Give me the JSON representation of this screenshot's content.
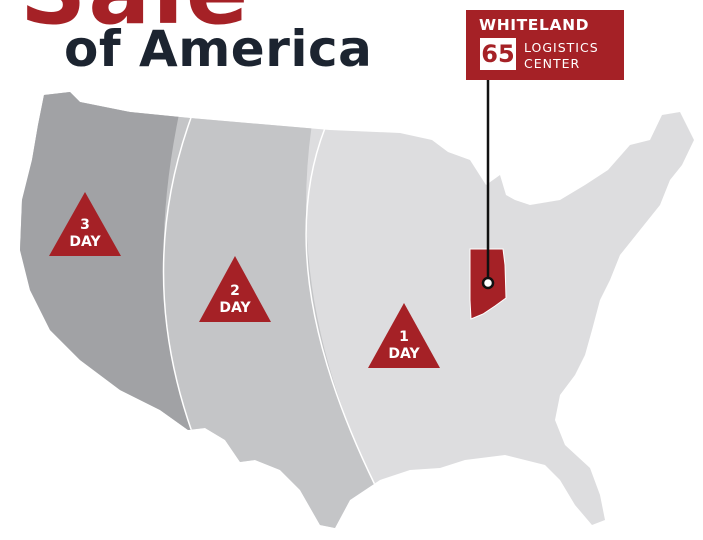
{
  "title": {
    "line1": "Sale",
    "line2": "of America"
  },
  "zones": [
    {
      "num": "3",
      "unit": "DAY"
    },
    {
      "num": "2",
      "unit": "DAY"
    },
    {
      "num": "1",
      "unit": "DAY"
    }
  ],
  "callout": {
    "name": "WHITELAND",
    "number": "65",
    "line1": "LOGISTICS",
    "line2": "CENTER"
  },
  "colors": {
    "brand_red": "#a52126",
    "zone_3_day": "#a1a2a5",
    "zone_2_day": "#c4c5c7",
    "zone_1_day": "#dddddf",
    "title_dark": "#1c2430"
  }
}
